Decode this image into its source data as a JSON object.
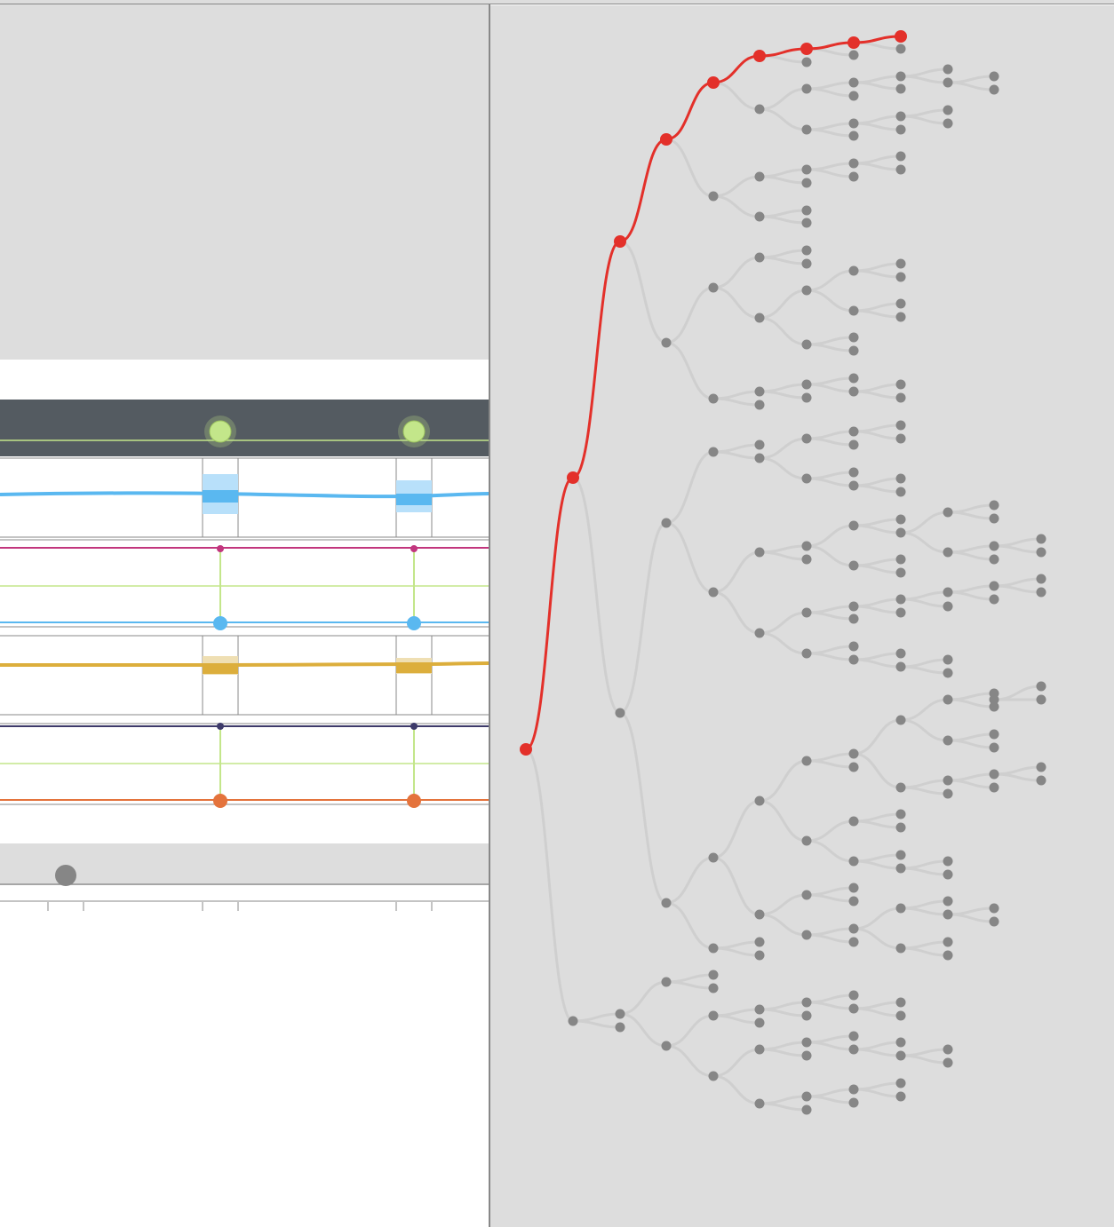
{
  "colors": {
    "panel_bg": "#dddddd",
    "header_bar": "#545b61",
    "active_path": "#e3302a",
    "inactive_node": "#868686",
    "inactive_edge": "#cfcfcf",
    "event_marker": "#c3e68a",
    "track_blue": "#5ab8f0",
    "track_gold": "#dcae3c",
    "track_magenta": "#c2367e",
    "track_navy": "#3d3a6a",
    "track_orange": "#e4733c"
  },
  "timeline": {
    "event_markers": [
      "event-marker-1",
      "event-marker-2"
    ],
    "tracks": [
      {
        "name": "blue-signal-track",
        "kind": "band"
      },
      {
        "name": "magenta-blue-link-track",
        "kind": "link"
      },
      {
        "name": "gold-signal-track",
        "kind": "band"
      },
      {
        "name": "navy-orange-link-track",
        "kind": "link"
      }
    ],
    "scrubber": {
      "handle": "playhead-handle"
    }
  },
  "tree": {
    "active_depth": 9,
    "icons": [
      "tree-node-icon",
      "active-path-icon"
    ]
  }
}
